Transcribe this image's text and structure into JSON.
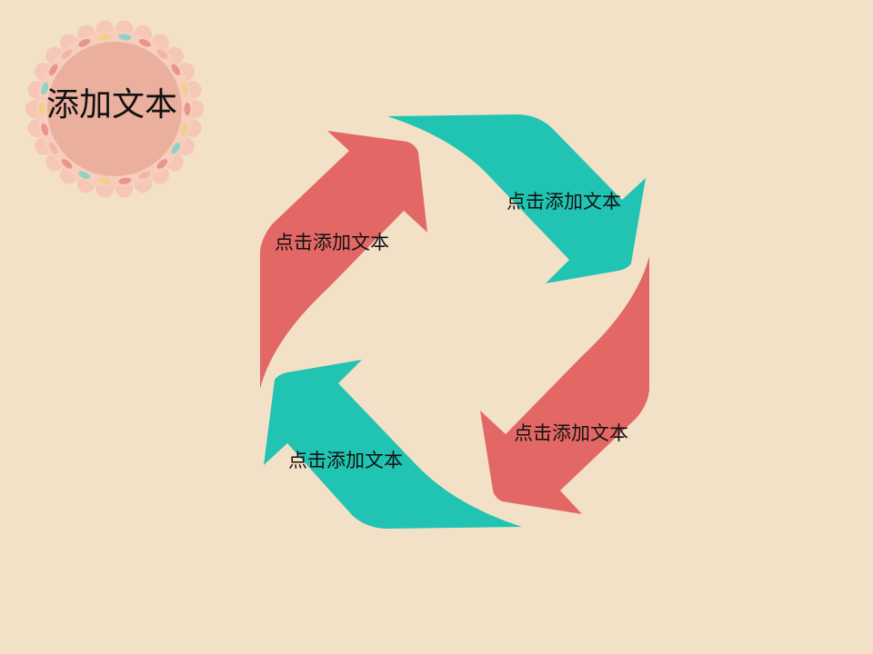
{
  "colors": {
    "background": "#f3e1c7",
    "red": "#e36865",
    "teal": "#21c3b3",
    "badge_fill": "#ebaf9e",
    "badge_ring": "#f6c6b6",
    "text": "#111111"
  },
  "badge": {
    "title": "添加文本"
  },
  "cycle": {
    "labels": [
      "点击添加文本",
      "点击添加文本",
      "点击添加文本",
      "点击添加文本"
    ]
  }
}
